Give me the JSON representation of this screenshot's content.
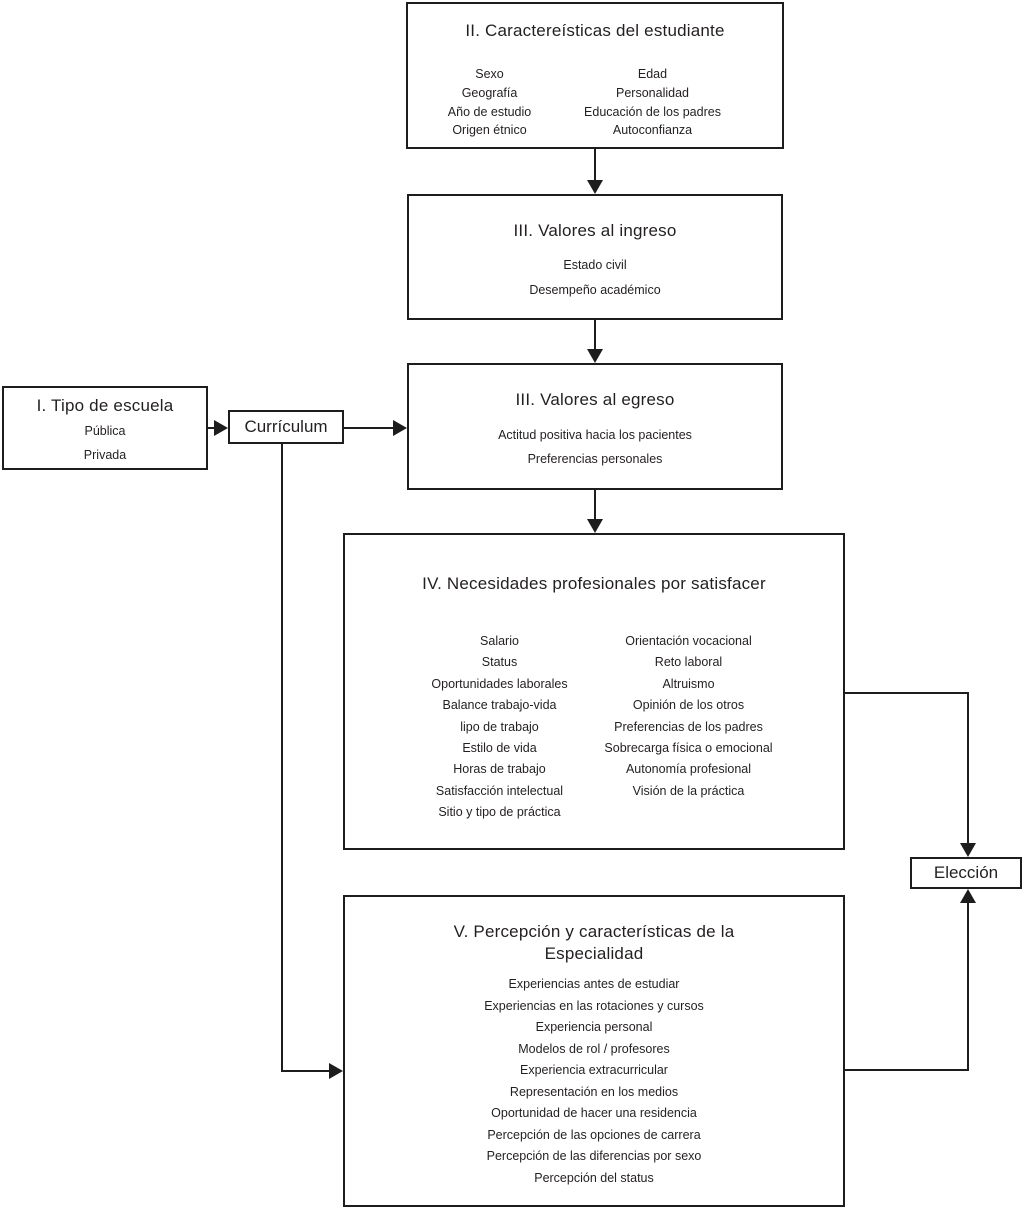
{
  "colors": {
    "line": "#1d1d1d",
    "text": "#231f20",
    "background": "#ffffff"
  },
  "boxes": {
    "student": {
      "title": "II. Caractereísticas del estudiante",
      "left_items": [
        "Sexo",
        "Geografía",
        "Año de estudio",
        "Origen étnico"
      ],
      "right_items": [
        "Edad",
        "Personalidad",
        "Educación de los padres",
        "Autoconfianza"
      ]
    },
    "values_entry": {
      "title": "III. Valores al ingreso",
      "items": [
        "Estado civil",
        "Desempeño académico"
      ]
    },
    "values_exit": {
      "title": "III. Valores al egreso",
      "items": [
        "Actitud positiva hacia los pacientes",
        "Preferencias personales"
      ]
    },
    "school_type": {
      "title": "I. Tipo de escuela",
      "items": [
        "Pública",
        "Privada"
      ]
    },
    "curriculum": {
      "label": "Currículum"
    },
    "professional_needs": {
      "title": "IV. Necesidades profesionales por satisfacer",
      "left_items": [
        "Salario",
        "Status",
        "Oportunidades laborales",
        "Balance trabajo-vida",
        "lipo de trabajo",
        "Estilo de vida",
        "Horas de trabajo",
        "Satisfacción intelectual",
        "Sitio y tipo de práctica"
      ],
      "right_items": [
        "Orientación vocacional",
        "Reto laboral",
        "Altruismo",
        "Opinión de los otros",
        "Preferencias de los padres",
        "Sobrecarga física o emocional",
        "Autonomía profesional",
        "Visión de la práctica"
      ]
    },
    "specialty_perception": {
      "title_line1": "V. Percepción y características de la",
      "title_line2": "Especialidad",
      "items": [
        "Experiencias antes de estudiar",
        "Experiencias en las rotaciones y cursos",
        "Experiencia personal",
        "Modelos de rol / profesores",
        "Experiencia extracurricular",
        "Representación en los medios",
        "Oportunidad de hacer una residencia",
        "Percepción de las opciones de carrera",
        "Percepción de las diferencias por sexo",
        "Percepción del status"
      ]
    },
    "choice": {
      "label": "Elección"
    }
  }
}
